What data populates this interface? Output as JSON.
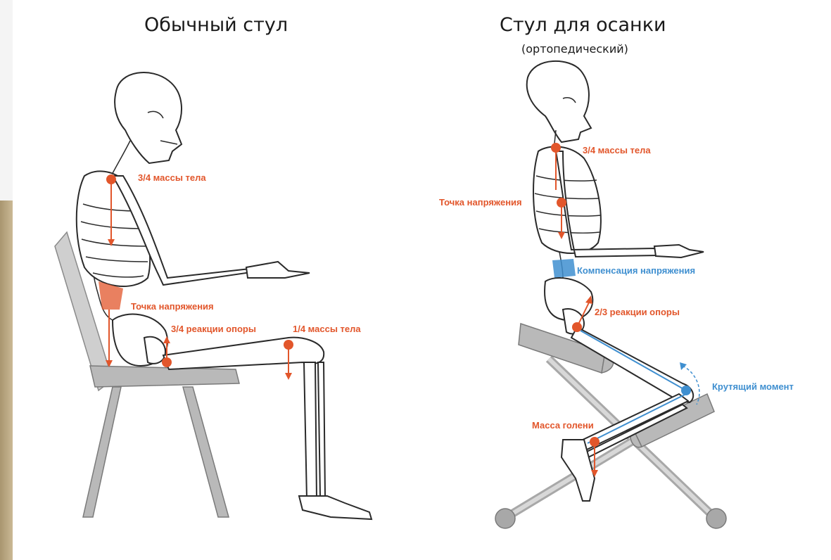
{
  "left_panel": {
    "title": "Обычный стул",
    "labels": {
      "body_mass": "3/4 массы тела",
      "tension_point": "Точка напряжения",
      "support_reaction": "3/4 реакции опоры",
      "quarter_mass": "1/4 массы тела"
    }
  },
  "right_panel": {
    "title": "Стул для осанки",
    "subtitle": "(ортопедический)",
    "labels": {
      "body_mass": "3/4 массы тела",
      "tension_point": "Точка напряжения",
      "compensation": "Компенсация напряжения",
      "support_reaction": "2/3 реакции опоры",
      "torque": "Крутящий момент",
      "shin_mass": "Масса голени"
    }
  },
  "colors": {
    "force_orange": "#e2562b",
    "compensation_blue": "#3f8fd0",
    "chair_gray": "#b9b9b9"
  }
}
